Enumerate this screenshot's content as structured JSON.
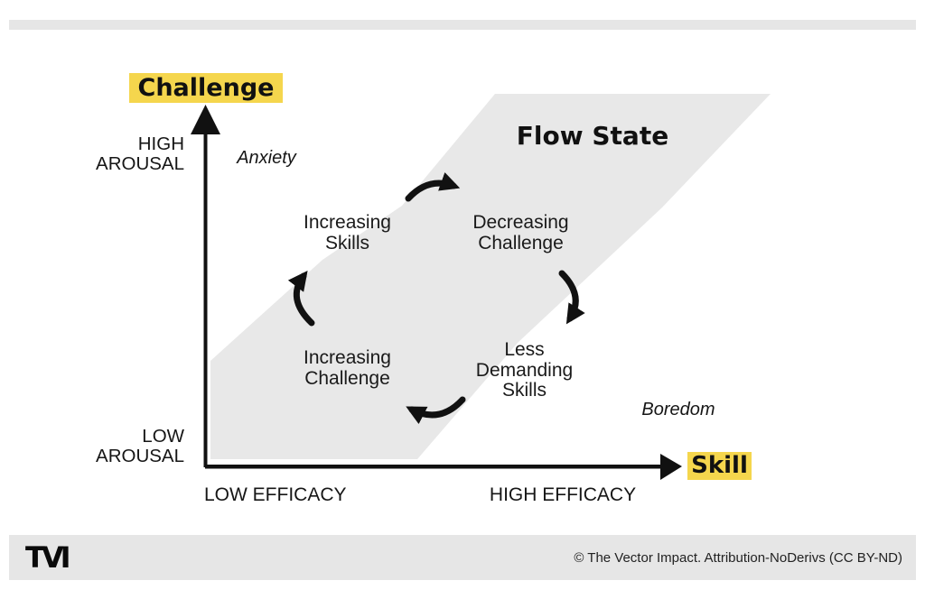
{
  "colors": {
    "highlight_yellow": "#f5d64d",
    "band_gray": "#e8e8e8",
    "bar_gray": "#e6e6e6",
    "ink": "#111111"
  },
  "diagram": {
    "title": "Flow State",
    "y_axis": {
      "label": "Challenge",
      "top_tick": "HIGH\nAROUSAL",
      "bottom_tick": "LOW\nAROUSAL"
    },
    "x_axis": {
      "label": "Skill",
      "left_tick": "LOW EFFICACY",
      "right_tick": "HIGH EFFICACY"
    },
    "outside_regions": {
      "upper_left": "Anxiety",
      "lower_right": "Boredom"
    },
    "cycle_labels": {
      "top_left": "Increasing\nSkills",
      "top_right": "Decreasing\nChallenge",
      "bottom_right": "Less\nDemanding\nSkills",
      "bottom_left": "Increasing\nChallenge"
    }
  },
  "footer": {
    "logo": "TVI",
    "copyright": "© The Vector Impact. Attribution-NoDerivs (CC BY-ND)"
  }
}
